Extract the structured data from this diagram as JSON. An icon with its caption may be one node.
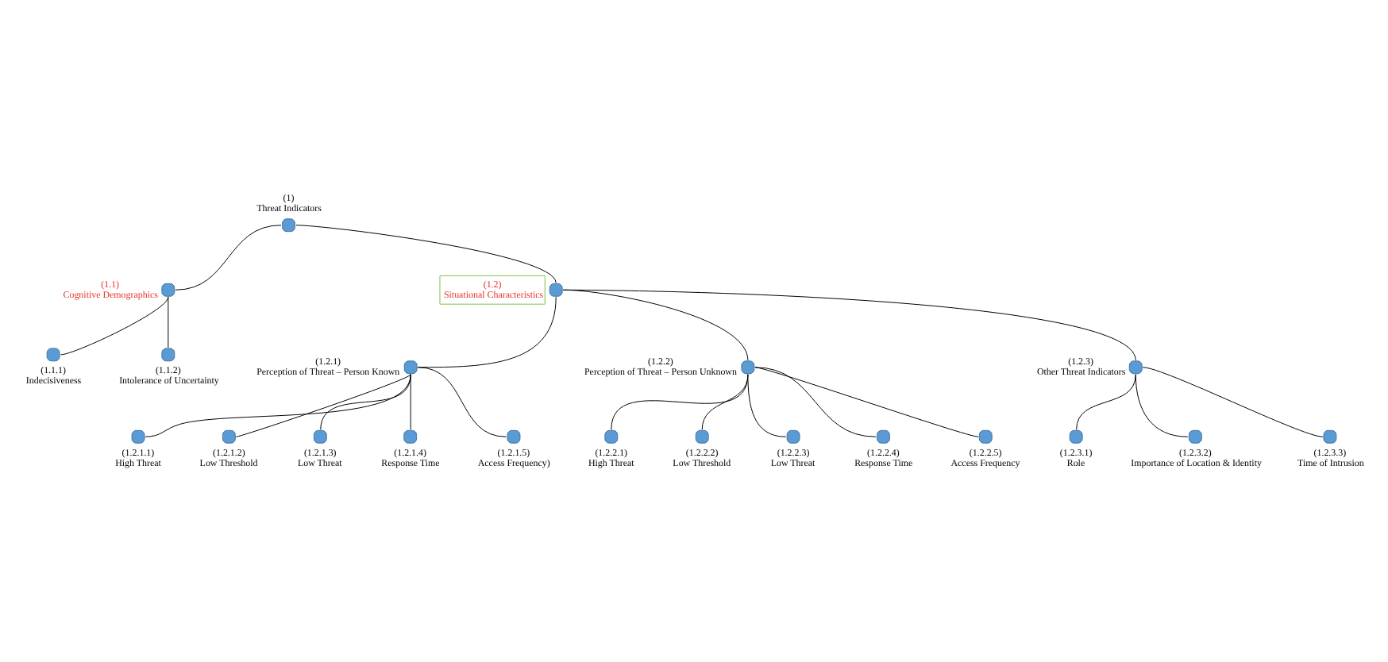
{
  "diagram": {
    "nodes": [
      {
        "text": [
          "(1) Threat Indicators"
        ]
      },
      {
        "text": [
          "(1.1) Cognitive Demographics"
        ]
      },
      {
        "text": [
          "(1.2) Situational Characteristics"
        ]
      },
      {
        "text": [
          "(1.1.1) Indecisiveness"
        ]
      },
      {
        "text": [
          "(1.1.2) Intolerance of Uncertainty"
        ]
      },
      {
        "text": [
          "(1.2.1) Perception of Threat – Person Known"
        ]
      },
      {
        "text": [
          "(1.2.2) Perception of Threat – Person Unknown"
        ]
      },
      {
        "text": [
          "(1.2.3) Other Threat Indicators"
        ]
      },
      {
        "text": [
          "(1.2.1.1) High Threat"
        ]
      },
      {
        "text": [
          "(1.2.1.2) Low Threshold"
        ]
      },
      {
        "text": [
          "(1.2.1.3) Low Threat"
        ]
      },
      {
        "text": [
          "(1.2.1.4) Response Time"
        ]
      },
      {
        "text": [
          "(1.2.1.5) Access Frequency)"
        ]
      },
      {
        "text": [
          "(1.2.2.1) High Threat"
        ]
      },
      {
        "text": [
          "(1.2.2.2) Low Threshold"
        ]
      },
      {
        "text": [
          "(1.2.2.3) Low Threat"
        ]
      },
      {
        "text": [
          "(1.2.2.4) Response Time"
        ]
      },
      {
        "text": [
          "(1.2.2.5) Access Frequency"
        ]
      },
      {
        "text": [
          "(1.2.3.1) Role"
        ]
      },
      {
        "text": [
          "(1.2.3.2) Importance of Location & Identity"
        ]
      },
      {
        "text": [
          "(1.2.3.3) Time of Intrusion"
        ]
      }
    ],
    "edges": [
      {
        "from": 0,
        "to": 1,
        "arrow": "none"
      },
      {
        "from": 0,
        "to": 2,
        "arrow": "none"
      },
      {
        "from": 1,
        "to": 3,
        "arrow": "none"
      },
      {
        "from": 1,
        "to": 4,
        "arrow": "none"
      },
      {
        "from": 2,
        "to": 5,
        "arrow": "none"
      },
      {
        "from": 2,
        "to": 6,
        "arrow": "none"
      },
      {
        "from": 2,
        "to": 7,
        "arrow": "none"
      },
      {
        "from": 5,
        "to": 8,
        "arrow": "none"
      },
      {
        "from": 5,
        "to": 9,
        "arrow": "none"
      },
      {
        "from": 5,
        "to": 10,
        "arrow": "none"
      },
      {
        "from": 5,
        "to": 11,
        "arrow": "none"
      },
      {
        "from": 5,
        "to": 12,
        "arrow": "none"
      },
      {
        "from": 6,
        "to": 13,
        "arrow": "none"
      },
      {
        "from": 6,
        "to": 14,
        "arrow": "none"
      },
      {
        "from": 6,
        "to": 15,
        "arrow": "none"
      },
      {
        "from": 6,
        "to": 16,
        "arrow": "none"
      },
      {
        "from": 6,
        "to": 17,
        "arrow": "none"
      },
      {
        "from": 7,
        "to": 18,
        "arrow": "none"
      },
      {
        "from": 7,
        "to": 19,
        "arrow": "none"
      },
      {
        "from": 7,
        "to": 20,
        "arrow": "none"
      }
    ]
  }
}
